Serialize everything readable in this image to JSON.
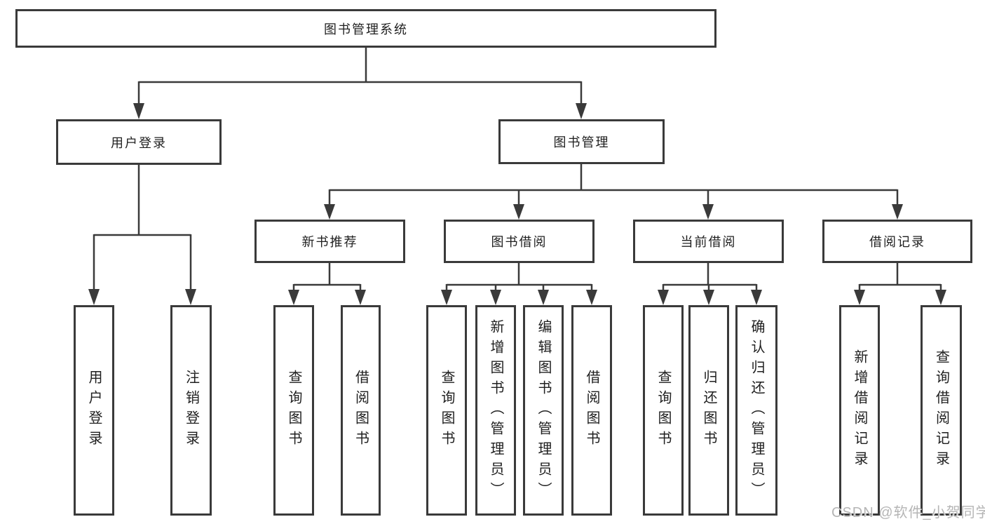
{
  "diagram": {
    "root": {
      "label": "图书管理系统"
    },
    "level2": [
      {
        "id": "user-login",
        "label": "用户登录"
      },
      {
        "id": "book-mgmt",
        "label": "图书管理"
      }
    ],
    "level3": [
      {
        "id": "new-book",
        "label": "新书推荐"
      },
      {
        "id": "book-borrow",
        "label": "图书借阅"
      },
      {
        "id": "current-borrow",
        "label": "当前借阅"
      },
      {
        "id": "borrow-record",
        "label": "借阅记录"
      }
    ],
    "leaves": {
      "user_login": [
        {
          "label": "用户登录"
        },
        {
          "label": "注销登录"
        }
      ],
      "new_book": [
        {
          "label": "查询图书"
        },
        {
          "label": "借阅图书"
        }
      ],
      "book_borrow": [
        {
          "label": "查询图书"
        },
        {
          "label": "新增图书（管理员）"
        },
        {
          "label": "编辑图书（管理员）"
        },
        {
          "label": "借阅图书"
        }
      ],
      "current_borrow": [
        {
          "label": "查询图书"
        },
        {
          "label": "归还图书"
        },
        {
          "label": "确认归还（管理员）"
        }
      ],
      "borrow_record": [
        {
          "label": "新增借阅记录"
        },
        {
          "label": "查询借阅记录"
        }
      ]
    },
    "watermark": "CSDN @软件_小贺同学",
    "colors": {
      "line": "#3a3a3a",
      "text": "#1f1f1f",
      "watermark": "#b5b5b5",
      "background": "#ffffff"
    }
  }
}
